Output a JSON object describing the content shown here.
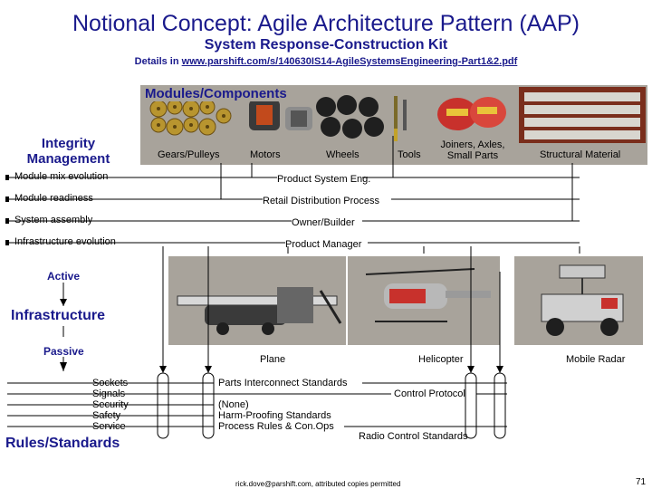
{
  "header": {
    "title": "Notional Concept: Agile Architecture Pattern (AAP)",
    "subtitle": "System Response-Construction Kit",
    "details_prefix": "Details in ",
    "details_link": "www.parshift.com/s/140630IS14-AgileSystemsEngineering-Part1&2.pdf"
  },
  "modules": {
    "title": "Modules/Components",
    "items": [
      {
        "label": "Gears/Pulleys"
      },
      {
        "label": "Motors"
      },
      {
        "label": "Wheels"
      },
      {
        "label": "Tools"
      },
      {
        "label_line1": "Joiners, Axles,",
        "label_line2": "Small Parts"
      },
      {
        "label": "Structural Material"
      }
    ]
  },
  "integrity": {
    "title_line1": "Integrity",
    "title_line2": "Management",
    "items": [
      "Module mix evolution",
      "Module readiness",
      "System assembly",
      "Infrastructure evolution"
    ],
    "roles": [
      "Product System Eng.",
      "Retail Distribution Process",
      "Owner/Builder",
      "Product Manager"
    ]
  },
  "infrastructure": {
    "active": "Active",
    "title": "Infrastructure",
    "passive": "Passive"
  },
  "products": [
    "Plane",
    "Helicopter",
    "Mobile Radar"
  ],
  "rules": {
    "title": "Rules/Standards",
    "items": [
      "Sockets",
      "Signals",
      "Security",
      "Safety",
      "Service"
    ],
    "standards": [
      "Parts Interconnect Standards",
      "Control Protocol",
      "(None)",
      "Harm-Proofing Standards",
      "Process Rules & Con.Ops",
      "Radio Control Standards"
    ]
  },
  "footer": {
    "credit": "rick.dove@parshift.com, attributed copies permitted",
    "page_number": "71"
  }
}
